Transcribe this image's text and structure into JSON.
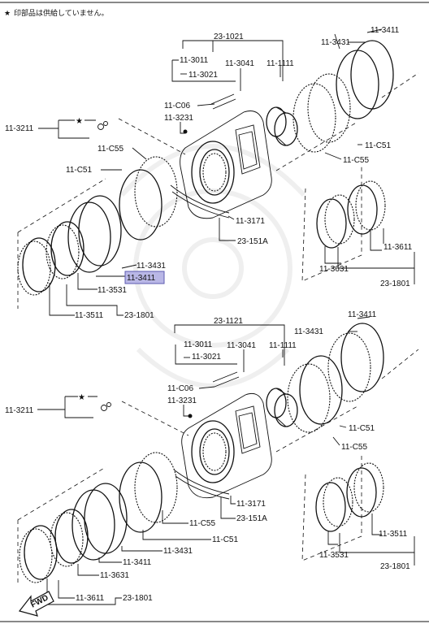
{
  "header": {
    "star_symbol": "★",
    "note": "印部品は供給していません。"
  },
  "watermark": {
    "description_icon": "samurai-helmet-watermark-icon"
  },
  "upper": {
    "labels": {
      "assy": "23-1021",
      "p3011": "11-3011",
      "p3041": "11-3041",
      "p1111": "11-1111",
      "p3021": "11-3021",
      "pC06": "11-C06",
      "p3231": "11-3231",
      "p3211": "11-3211",
      "pC55_left": "11-C55",
      "pC51_left": "11-C51",
      "p3171": "11-3171",
      "p151A": "23-151A",
      "p3431_left": "11-3431",
      "p3411_left": "11-3411",
      "p3531": "11-3531",
      "p3511": "11-3511",
      "p1801_left": "23-1801",
      "p3431_right": "11-3431",
      "p3411_right": "11-3411",
      "pC51_right": "11-C51",
      "pC55_right": "11-C55",
      "p3631": "11-3631",
      "p3611": "11-3611",
      "p1801_right": "23-1801"
    }
  },
  "lower": {
    "labels": {
      "assy": "23-1121",
      "p3011": "11-3011",
      "p3041": "11-3041",
      "p1111": "11-1111",
      "p3021": "11-3021",
      "pC06": "11-C06",
      "p3231": "11-3231",
      "p3211": "11-3211",
      "p3431_right": "11-3431",
      "p3411_right": "11-3411",
      "pC51_right": "11-C51",
      "pC55_right": "11-C55",
      "p3171": "11-3171",
      "pC55_left": "11-C55",
      "p151A": "23-151A",
      "pC51_left": "11-C51",
      "p3431_left": "11-3431",
      "p3411_left": "11-3411",
      "p3631": "11-3631",
      "p3611": "11-3611",
      "p1801_left": "23-1801",
      "p3511": "11-3511",
      "p3531": "11-3531",
      "p1801_right": "23-1801"
    }
  },
  "fwd_label": "FWD"
}
